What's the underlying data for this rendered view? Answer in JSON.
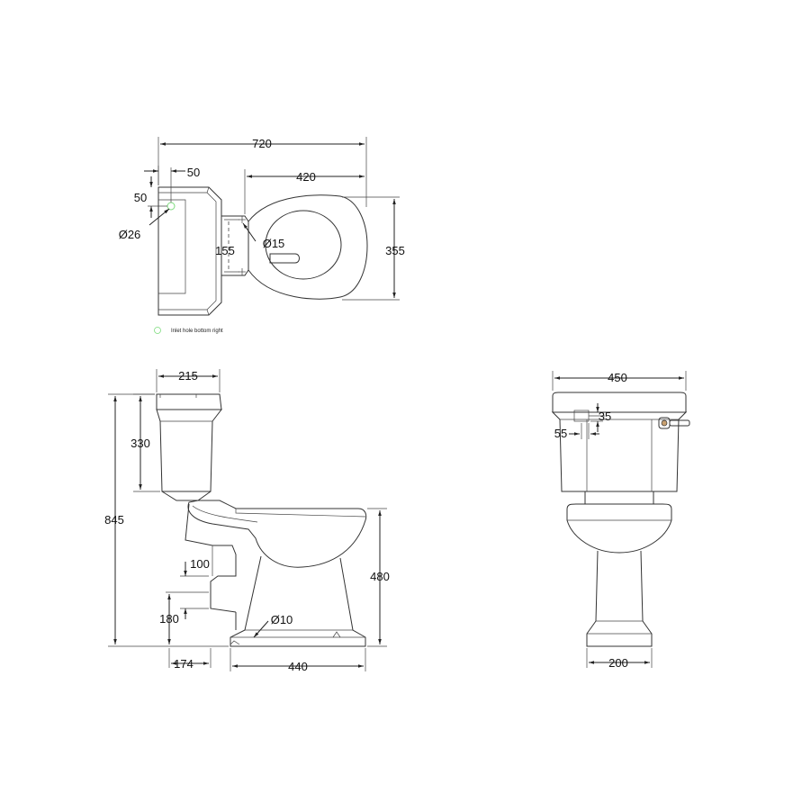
{
  "dimensions": {
    "top_overall_width": "720",
    "top_tank_inlet_x": "50",
    "top_tank_inlet_y": "50",
    "top_inlet_diameter": "Ø26",
    "top_bowl_width": "420",
    "top_fixing_hole_spacing": "155",
    "top_fixing_hole_diameter": "Ø15",
    "top_bowl_depth": "355",
    "side_tank_depth": "215",
    "side_tank_height": "330",
    "side_total_height": "845",
    "side_waste_height": "100",
    "side_waste_center_height": "180",
    "side_floor_fixing_diameter": "Ø10",
    "side_bowl_height": "480",
    "side_waste_offset": "174",
    "side_base_length": "440",
    "front_tank_width": "450",
    "front_lever_offset_y": "35",
    "front_lever_offset_x": "55",
    "front_pedestal_width": "200"
  },
  "notes": {
    "inlet_note": "Inlet hole bottom right"
  },
  "colors": {
    "line": "#222222",
    "inlet_marker": "#7ddc7d",
    "lever_accent": "#c8a070"
  }
}
